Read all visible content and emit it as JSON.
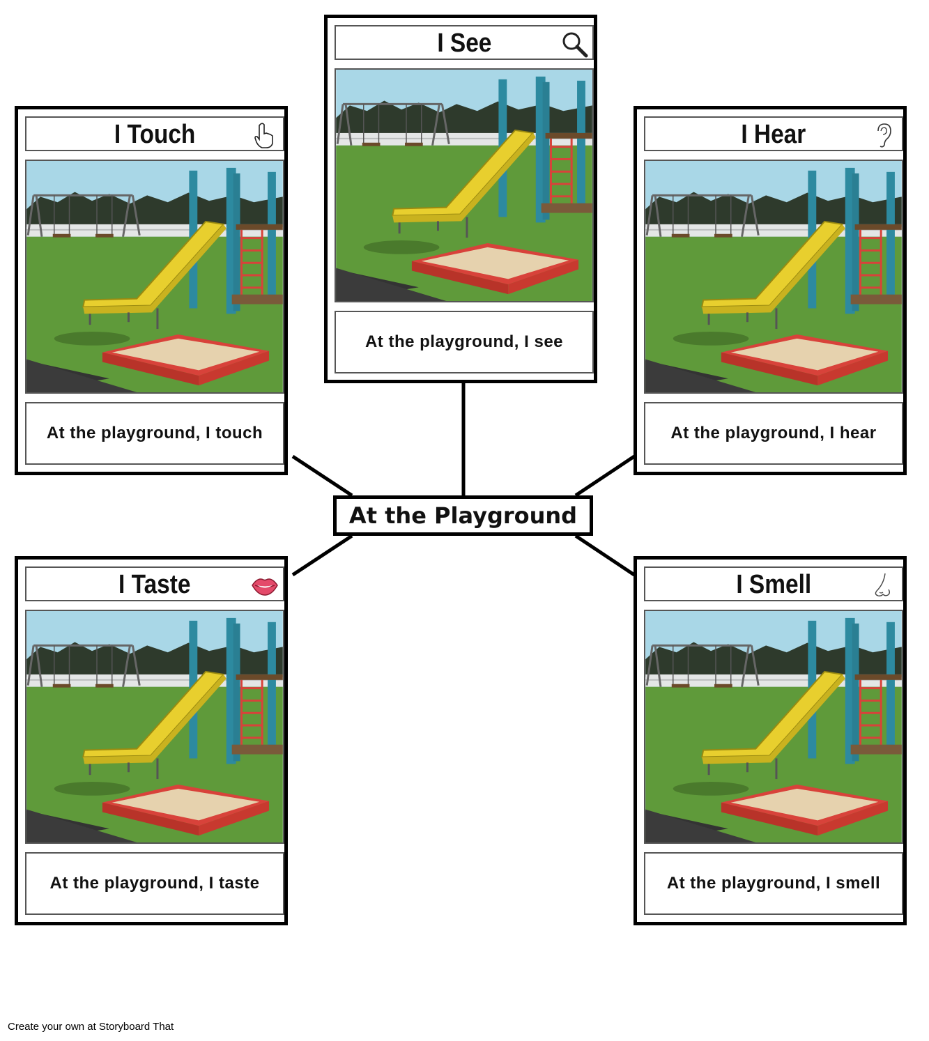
{
  "center": {
    "title": "At the Playground"
  },
  "panels": [
    {
      "id": "see",
      "title": "I See",
      "icon": "magnifying-glass-icon",
      "caption": "At the playground, I see"
    },
    {
      "id": "touch",
      "title": "I Touch",
      "icon": "pointing-hand-icon",
      "caption": "At the playground, I touch"
    },
    {
      "id": "hear",
      "title": "I Hear",
      "icon": "ear-icon",
      "caption": "At the playground, I hear"
    },
    {
      "id": "taste",
      "title": "I Taste",
      "icon": "lips-icon",
      "caption": "At the playground, I taste"
    },
    {
      "id": "smell",
      "title": "I Smell",
      "icon": "nose-icon",
      "caption": "At the playground, I smell"
    }
  ],
  "footer": {
    "text": "Create your own at Storyboard That"
  },
  "colors": {
    "sky": "#a9d7e7",
    "grass": "#5f9a3a",
    "slide": "#e8cf2e",
    "sandbox": "#d8423a",
    "sand": "#e6d2ae",
    "pole": "#2d8aa0"
  }
}
